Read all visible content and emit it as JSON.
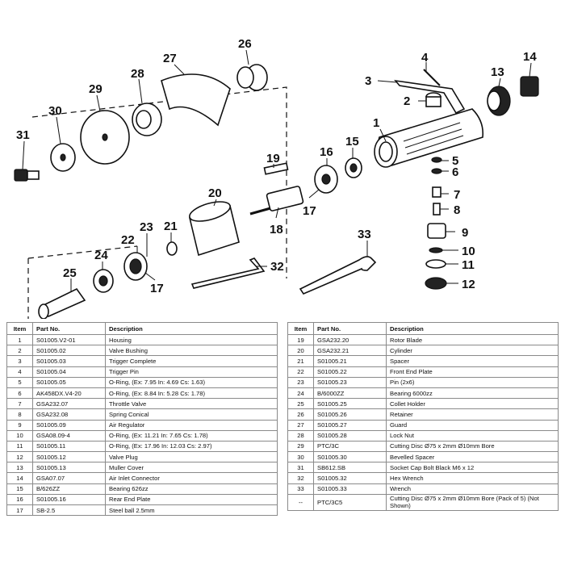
{
  "callouts": [
    "1",
    "2",
    "3",
    "4",
    "5",
    "6",
    "7",
    "8",
    "9",
    "10",
    "11",
    "12",
    "13",
    "14",
    "15",
    "16",
    "17",
    "17",
    "18",
    "19",
    "20",
    "21",
    "22",
    "23",
    "24",
    "25",
    "26",
    "27",
    "28",
    "29",
    "30",
    "31",
    "32",
    "33"
  ],
  "table_headers": {
    "item": "Item",
    "part_no": "Part No.",
    "description": "Description"
  },
  "parts_left": [
    {
      "item": "1",
      "part_no": "S01005.V2-01",
      "description": "Housing"
    },
    {
      "item": "2",
      "part_no": "S01005.02",
      "description": "Valve Bushing"
    },
    {
      "item": "3",
      "part_no": "S01005.03",
      "description": "Trigger Complete"
    },
    {
      "item": "4",
      "part_no": "S01005.04",
      "description": "Trigger Pin"
    },
    {
      "item": "5",
      "part_no": "S01005.05",
      "description": "O-Ring, (Ex: 7.95 In: 4.69 Cs: 1.63)"
    },
    {
      "item": "6",
      "part_no": "AK458DX.V4-20",
      "description": "O-Ring, (Ex: 8.84 In: 5.28 Cs: 1.78)"
    },
    {
      "item": "7",
      "part_no": "GSA232.07",
      "description": "Throttle Valve"
    },
    {
      "item": "8",
      "part_no": "GSA232.08",
      "description": "Spring Conical"
    },
    {
      "item": "9",
      "part_no": "S01005.09",
      "description": "Air Regulator"
    },
    {
      "item": "10",
      "part_no": "GSA08.09-4",
      "description": "O-Ring, (Ex: 11.21 In: 7.65 Cs: 1.78)"
    },
    {
      "item": "11",
      "part_no": "S01005.11",
      "description": "O-Ring, (Ex: 17.96 In: 12.03 Cs: 2.97)"
    },
    {
      "item": "12",
      "part_no": "S01005.12",
      "description": "Valve Plug"
    },
    {
      "item": "13",
      "part_no": "S01005.13",
      "description": "Muller Cover"
    },
    {
      "item": "14",
      "part_no": "GSA07.07",
      "description": "Air Inlet Connector"
    },
    {
      "item": "15",
      "part_no": "B/626ZZ",
      "description": "Bearing 626zz"
    },
    {
      "item": "16",
      "part_no": "S01005.16",
      "description": "Rear End Plate"
    },
    {
      "item": "17",
      "part_no": "SB-2.5",
      "description": "Steel ball 2.5mm"
    }
  ],
  "parts_right": [
    {
      "item": "19",
      "part_no": "GSA232.20",
      "description": "Rotor Blade"
    },
    {
      "item": "20",
      "part_no": "GSA232.21",
      "description": "Cylinder"
    },
    {
      "item": "21",
      "part_no": "S01005.21",
      "description": "Spacer"
    },
    {
      "item": "22",
      "part_no": "S01005.22",
      "description": "Front End Plate"
    },
    {
      "item": "23",
      "part_no": "S01005.23",
      "description": "Pin (2x6)"
    },
    {
      "item": "24",
      "part_no": "B/6000ZZ",
      "description": "Bearing 6000zz"
    },
    {
      "item": "25",
      "part_no": "S01005.25",
      "description": "Collet Holder"
    },
    {
      "item": "26",
      "part_no": "S01005.26",
      "description": "Retainer"
    },
    {
      "item": "27",
      "part_no": "S01005.27",
      "description": "Guard"
    },
    {
      "item": "28",
      "part_no": "S01005.28",
      "description": "Lock Nut"
    },
    {
      "item": "29",
      "part_no": "PTC/3C",
      "description": "Cutting Disc Ø75 x 2mm Ø10mm Bore"
    },
    {
      "item": "30",
      "part_no": "S01005.30",
      "description": "Bevelled Spacer"
    },
    {
      "item": "31",
      "part_no": "SB612.SB",
      "description": "Socket Cap Bolt Black M6 x 12"
    },
    {
      "item": "32",
      "part_no": "S01005.32",
      "description": "Hex Wrench"
    },
    {
      "item": "33",
      "part_no": "S01005.33",
      "description": "Wrench"
    },
    {
      "item": "--",
      "part_no": "PTC/3C5",
      "description": "Cutting Disc Ø75 x 2mm Ø10mm Bore (Pack of 5) (Not Shown)"
    }
  ]
}
